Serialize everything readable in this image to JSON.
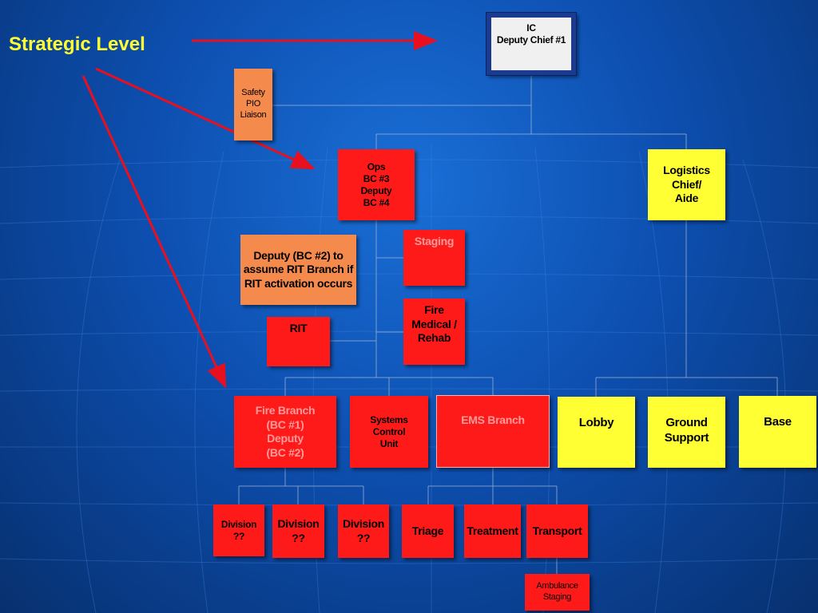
{
  "strategic_level_label": "Strategic Level",
  "colors": {
    "red": "#ff1a1a",
    "yellow": "#ffff33",
    "orange": "#f58a4d",
    "ic_box": "#f0f0f0",
    "arrow": "#e8101e",
    "background": "#0d4fb0"
  },
  "boxes": {
    "ic": "IC\nDeputy Chief #1",
    "safety_pio_liaison": "Safety\nPIO\nLiaison",
    "ops": "Ops\nBC #3\nDeputy\nBC #4",
    "logistics": "Logistics\nChief/\nAide",
    "deputy_rit_note": "Deputy (BC #2) to\nassume RIT Branch if\nRIT activation occurs",
    "staging": "Staging",
    "rit": "RIT",
    "fire_medical_rehab": "Fire\nMedical /\nRehab",
    "fire_branch": "Fire Branch\n(BC #1)\nDeputy\n(BC #2)",
    "systems_control_unit": "Systems\nControl\nUnit",
    "ems_branch": "EMS Branch",
    "lobby": "Lobby",
    "ground_support": "Ground\nSupport",
    "base": "Base",
    "division_1": "Division\n??",
    "division_2": "Division\n??",
    "division_3": "Division\n??",
    "triage": "Triage",
    "treatment": "Treatment",
    "transport": "Transport",
    "ambulance_staging": "Ambulance\nStaging"
  }
}
